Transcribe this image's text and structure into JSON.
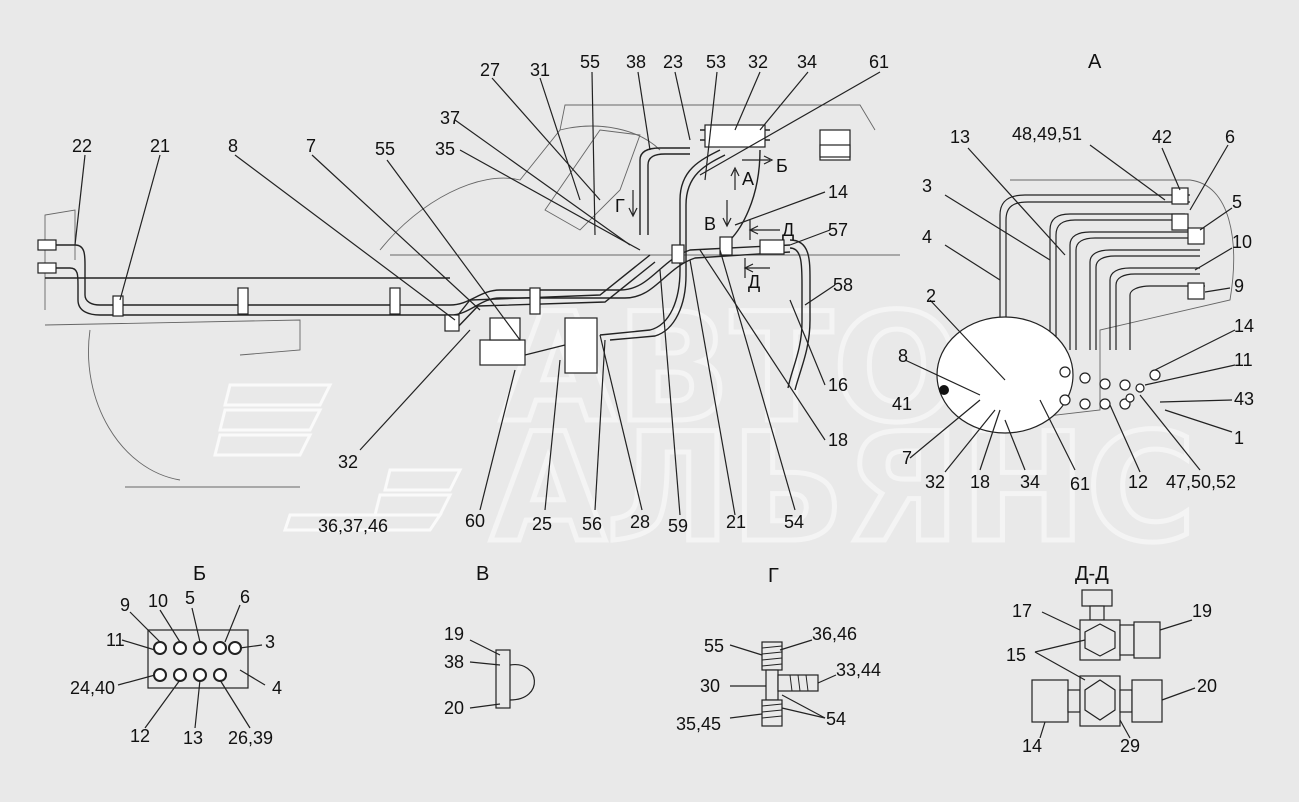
{
  "watermark": {
    "line1": "АВТО",
    "line2": "АЛЬЯНС"
  },
  "main_view": {
    "top_labels": [
      "27",
      "31",
      "55",
      "38",
      "23",
      "53",
      "32",
      "34",
      "61"
    ],
    "upper_labels": [
      "22",
      "21",
      "8",
      "7",
      "55",
      "37",
      "35"
    ],
    "arrow_labels": {
      "b": "Б",
      "a": "А",
      "g": "Г",
      "v": "В",
      "d1": "Д",
      "d2": "Д"
    },
    "right_labels": [
      "14",
      "57",
      "58",
      "16",
      "18"
    ],
    "bottom_labels": [
      "32",
      "36,37,46",
      "60",
      "25",
      "56",
      "28",
      "59",
      "21",
      "54"
    ]
  },
  "view_a": {
    "title": "А",
    "labels": [
      "13",
      "48,49,51",
      "42",
      "6",
      "5",
      "10",
      "9",
      "3",
      "4",
      "2",
      "8",
      "41",
      "14",
      "11",
      "43",
      "1",
      "7",
      "32",
      "18",
      "34",
      "61",
      "12",
      "47,50,52"
    ]
  },
  "view_b": {
    "title": "Б",
    "labels": [
      "9",
      "10",
      "5",
      "6",
      "11",
      "3",
      "24,40",
      "4",
      "12",
      "13",
      "26,39"
    ]
  },
  "view_v": {
    "title": "В",
    "labels": [
      "19",
      "38",
      "20"
    ]
  },
  "view_g": {
    "title": "Г",
    "labels": [
      "55",
      "36,46",
      "33,44",
      "30",
      "35,45",
      "54"
    ]
  },
  "view_dd": {
    "title": "Д-Д",
    "labels": [
      "17",
      "19",
      "15",
      "20",
      "14",
      "29"
    ]
  }
}
